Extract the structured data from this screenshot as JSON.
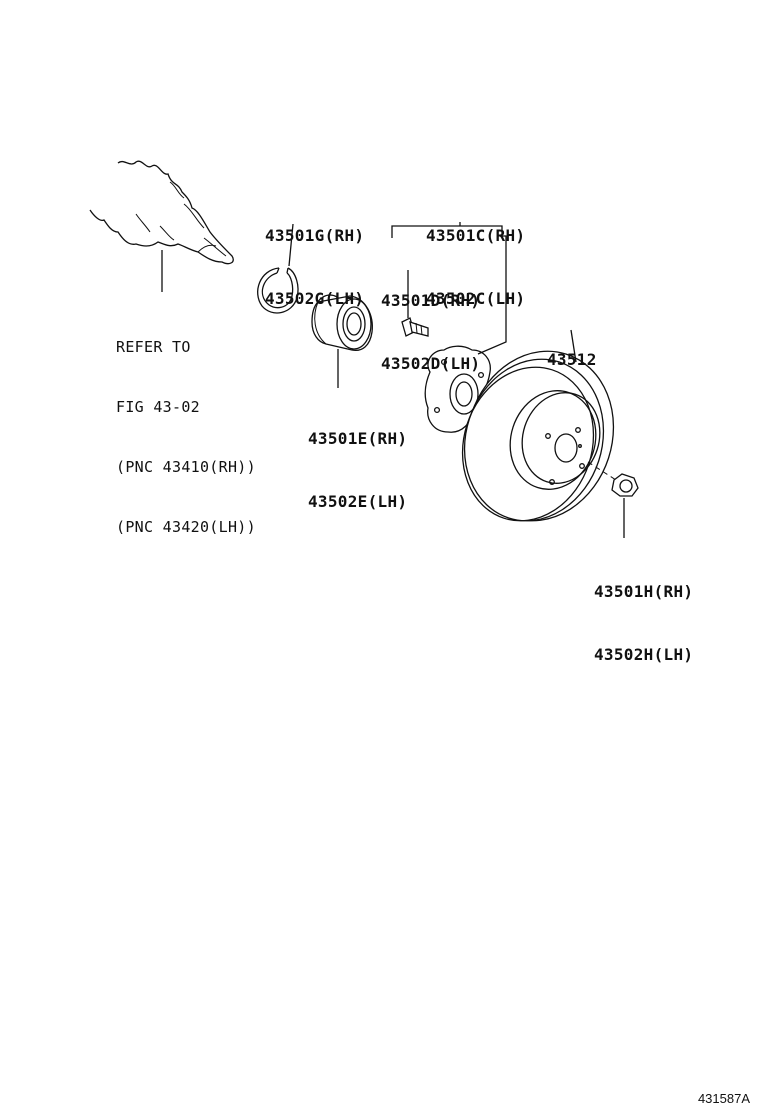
{
  "diagram": {
    "labels": {
      "snap_ring": {
        "line1": "43501G(RH)",
        "line2": "43502G(LH)"
      },
      "hub": {
        "line1": "43501C(RH)",
        "line2": "43502C(LH)"
      },
      "hub_bolt": {
        "line1": "43501D(RH)",
        "line2": "43502D(LH)"
      },
      "bearing": {
        "line1": "43501E(RH)",
        "line2": "43502E(LH)"
      },
      "disc": {
        "line1": "43512"
      },
      "nut": {
        "line1": "43501H(RH)",
        "line2": "43502H(LH)"
      }
    },
    "reference_note": {
      "line1": "REFER TO",
      "line2": "FIG 43-02",
      "line3": "(PNC 43410(RH))",
      "line4": "(PNC 43420(LH))"
    },
    "figure_code": "431587A"
  }
}
